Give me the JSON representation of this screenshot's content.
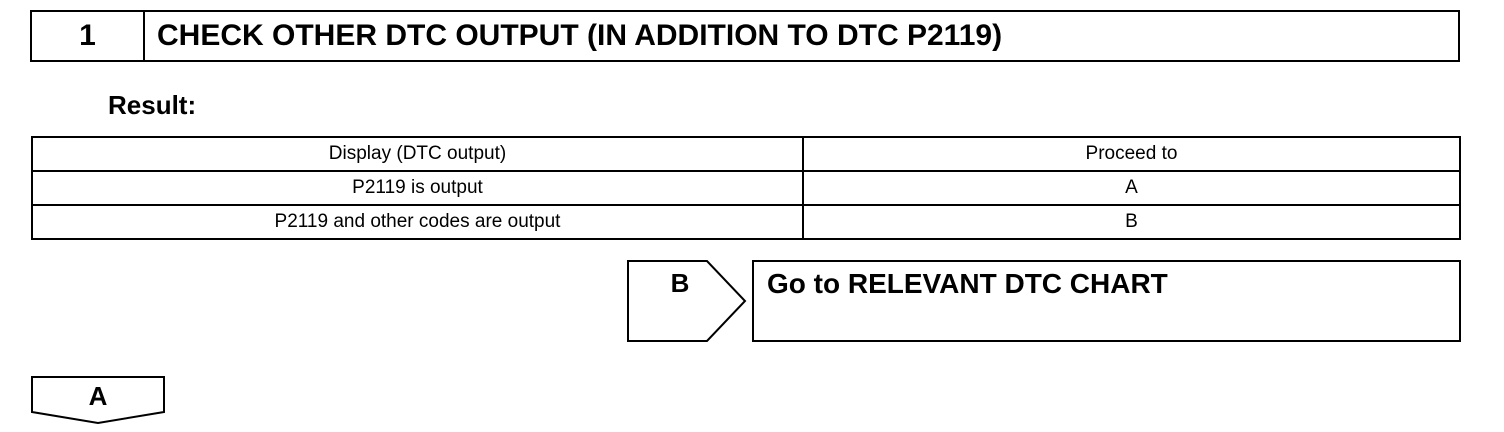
{
  "step": {
    "number": "1",
    "title": "CHECK OTHER DTC OUTPUT (IN ADDITION TO DTC P2119)"
  },
  "result_label": "Result:",
  "result_table": {
    "headers": [
      "Display (DTC output)",
      "Proceed to"
    ],
    "rows": [
      [
        "P2119 is output",
        "A"
      ],
      [
        "P2119 and other codes are output",
        "B"
      ]
    ]
  },
  "branch_b": {
    "label": "B",
    "action": "Go to RELEVANT DTC CHART"
  },
  "branch_a": {
    "label": "A"
  }
}
